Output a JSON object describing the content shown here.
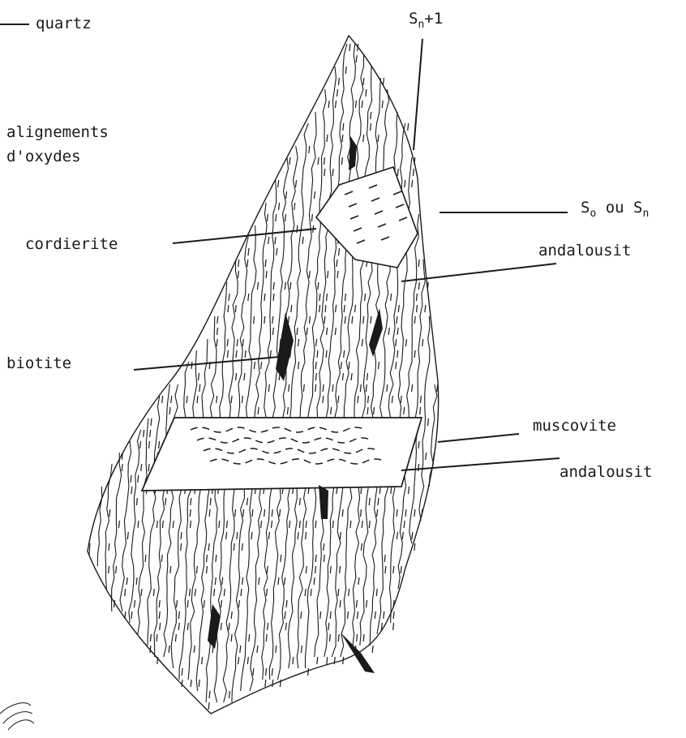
{
  "labels": {
    "quartz": "quartz",
    "sn1_base": "S",
    "sn1_sub": "n",
    "sn1_tail": "+1",
    "oxydes_line1": "alignements",
    "oxydes_line2": "d'oxydes",
    "cordierite": "cordierite",
    "so_base": "S",
    "so_sub": "o",
    "so_mid": " ou S",
    "so_sub2": "n",
    "andalousite_top": "andalousit",
    "biotite": "biotite",
    "muscovite": "muscovite",
    "andalousite_bottom": "andalousit"
  },
  "colors": {
    "ink": "#1a1a1a",
    "paper": "#ffffff"
  }
}
